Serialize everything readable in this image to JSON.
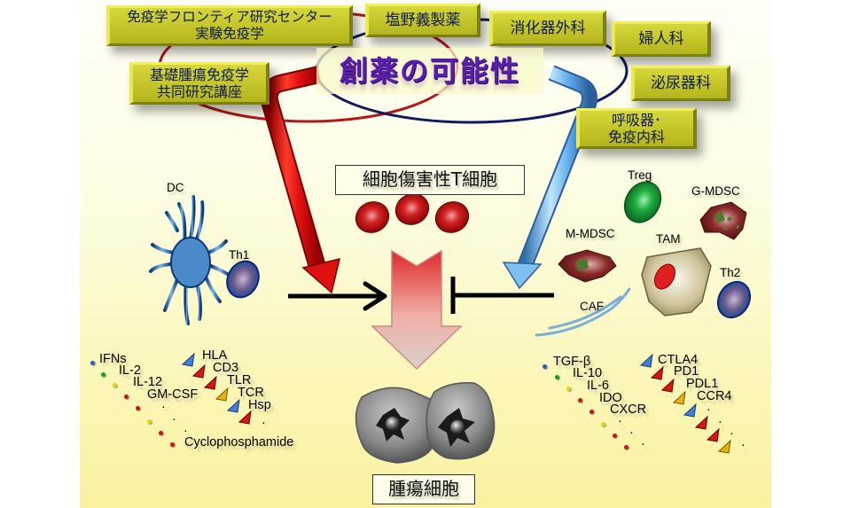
{
  "title": "創薬の可能性",
  "collaborators": [
    {
      "id": "frontier",
      "lines": [
        "免疫学フロンティア研究センター",
        "実験免疫学"
      ]
    },
    {
      "id": "shionogi",
      "lines": [
        "塩野義製薬"
      ]
    },
    {
      "id": "gi-surgery",
      "lines": [
        "消化器外科"
      ]
    },
    {
      "id": "gynecology",
      "lines": [
        "婦人科"
      ]
    },
    {
      "id": "urology",
      "lines": [
        "泌尿器科"
      ]
    },
    {
      "id": "respiratory",
      "lines": [
        "呼吸器･",
        "免疫内科"
      ]
    },
    {
      "id": "basic-tumor",
      "lines": [
        "基礎腫瘍免疫学",
        "共同研究講座"
      ]
    }
  ],
  "center": {
    "effector_label": "細胞傷害性T細胞",
    "target_label": "腫瘍細胞"
  },
  "activating_cells": [
    {
      "name": "DC",
      "label": "DC"
    },
    {
      "name": "Th1",
      "label": "Th1"
    }
  ],
  "suppressive_cells": [
    {
      "name": "Treg",
      "label": "Treg"
    },
    {
      "name": "G-MDSC",
      "label": "G-MDSC"
    },
    {
      "name": "M-MDSC",
      "label": "M-MDSC"
    },
    {
      "name": "TAM",
      "label": "TAM"
    },
    {
      "name": "Th2",
      "label": "Th2"
    },
    {
      "name": "CAF",
      "label": "CAF"
    }
  ],
  "activating_molecules": {
    "soluble": [
      "IFNs",
      "IL-2",
      "IL-12",
      "GM-CSF",
      "·",
      "·",
      "·",
      "Cyclophosphamide"
    ],
    "receptors": [
      "HLA",
      "CD3",
      "TLR",
      "TCR",
      "Hsp",
      "·"
    ]
  },
  "suppressive_molecules": {
    "soluble": [
      "TGF-β",
      "IL-10",
      "IL-6",
      "IDO",
      "CXCR",
      "·",
      "·",
      "·"
    ],
    "receptors": [
      "CTLA4",
      "PD1",
      "PDL1",
      "CCR4",
      "·",
      "·",
      "·",
      "·"
    ]
  },
  "colors": {
    "accent_red": "#e01010",
    "accent_blue": "#5aa8e8",
    "title_purple": "#5a1fa8",
    "box_olive": "#c4c62a",
    "ring_red": "#b01818",
    "ring_navy": "#121a5c",
    "dot_blue": "#2a5bc8",
    "dot_green": "#1a9a2a",
    "dot_yellow": "#e0d21a",
    "dot_red": "#c81414",
    "tri_blue": "#3f7fd8",
    "tri_red": "#d41818",
    "tri_yellow": "#e8b010"
  }
}
